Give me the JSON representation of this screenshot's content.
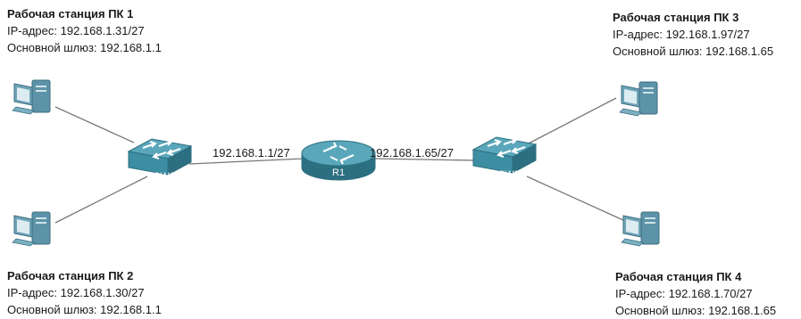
{
  "pc1": {
    "title": "Рабочая станция ПК 1",
    "ip": "IP-адрес: 192.168.1.31/27",
    "gw": "Основной шлюз: 192.168.1.1"
  },
  "pc2": {
    "title": "Рабочая станция ПК 2",
    "ip": "IP-адрес: 192.168.1.30/27",
    "gw": "Основной шлюз: 192.168.1.1"
  },
  "pc3": {
    "title": "Рабочая станция ПК 3",
    "ip": "IP-адрес: 192.168.1.97/27",
    "gw": "Основной шлюз: 192.168.1.65"
  },
  "pc4": {
    "title": "Рабочая станция ПК 4",
    "ip": "IP-адрес: 192.168.1.70/27",
    "gw": "Основной шлюз: 192.168.1.65"
  },
  "sw1": {
    "name": "SW1"
  },
  "sw2": {
    "name": "SW2"
  },
  "r1": {
    "name": "R1",
    "left_iface": "192.168.1.1/27",
    "right_iface": "192.168.1.65/27"
  },
  "colors": {
    "device": "#3d8ea3",
    "device_dark": "#2c6f80",
    "pc": "#5d93a8",
    "link": "#777777"
  }
}
